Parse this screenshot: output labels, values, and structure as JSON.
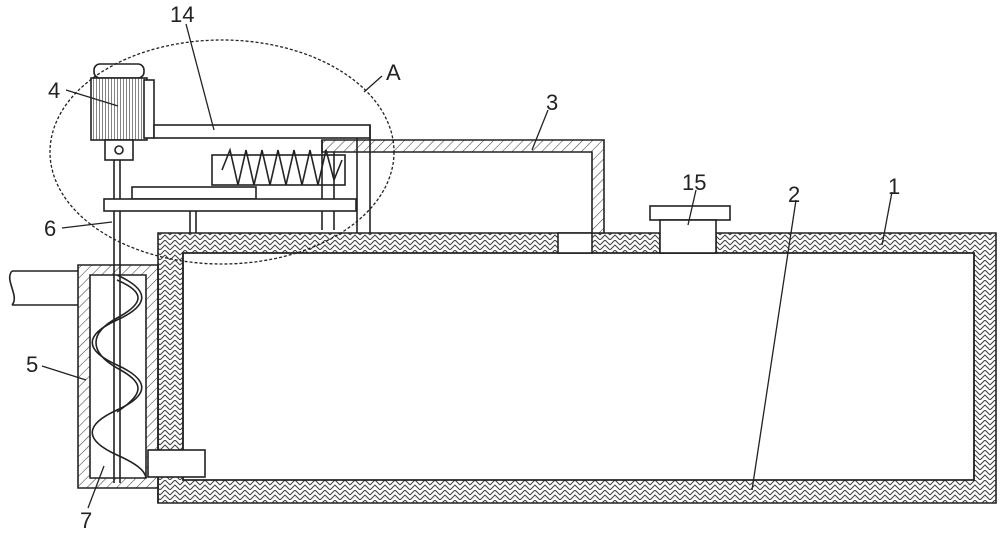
{
  "figure": {
    "labels": {
      "l1": "1",
      "l2": "2",
      "l3": "3",
      "l4": "4",
      "l5": "5",
      "l6": "6",
      "l7": "7",
      "l14": "14",
      "l15": "15",
      "lA": "A"
    },
    "colors": {
      "line": "#222222",
      "hatch_fill": "#ffffff",
      "background": "#ffffff"
    }
  }
}
